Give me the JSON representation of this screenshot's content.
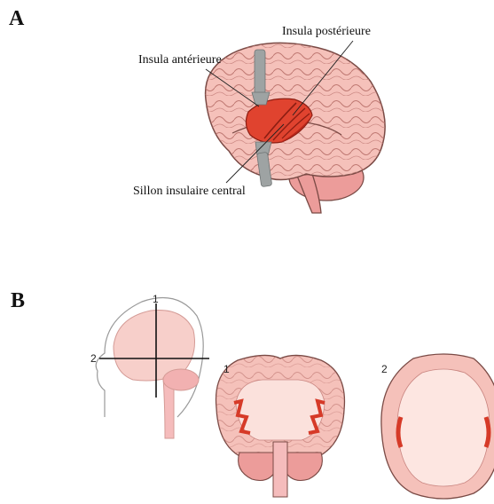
{
  "panel_a": {
    "letter": "A",
    "labels": {
      "insula_anterior": "Insula antérieure",
      "insula_posterior": "Insula postérieure",
      "central_sulcus": "Sillon insulaire central"
    }
  },
  "panel_b": {
    "letter": "B",
    "plane_numbers": {
      "coronal": "1",
      "axial": "2",
      "coronal_section": "1",
      "axial_section": "2"
    }
  },
  "colors": {
    "brain_pink": "#f5c1ba",
    "brain_outline": "#7a4a45",
    "insula_red": "#e0432f",
    "insula_dark": "#b8261a",
    "cerebellum": "#ec9c9a",
    "retractor_gray": "#9ea3a3"
  }
}
